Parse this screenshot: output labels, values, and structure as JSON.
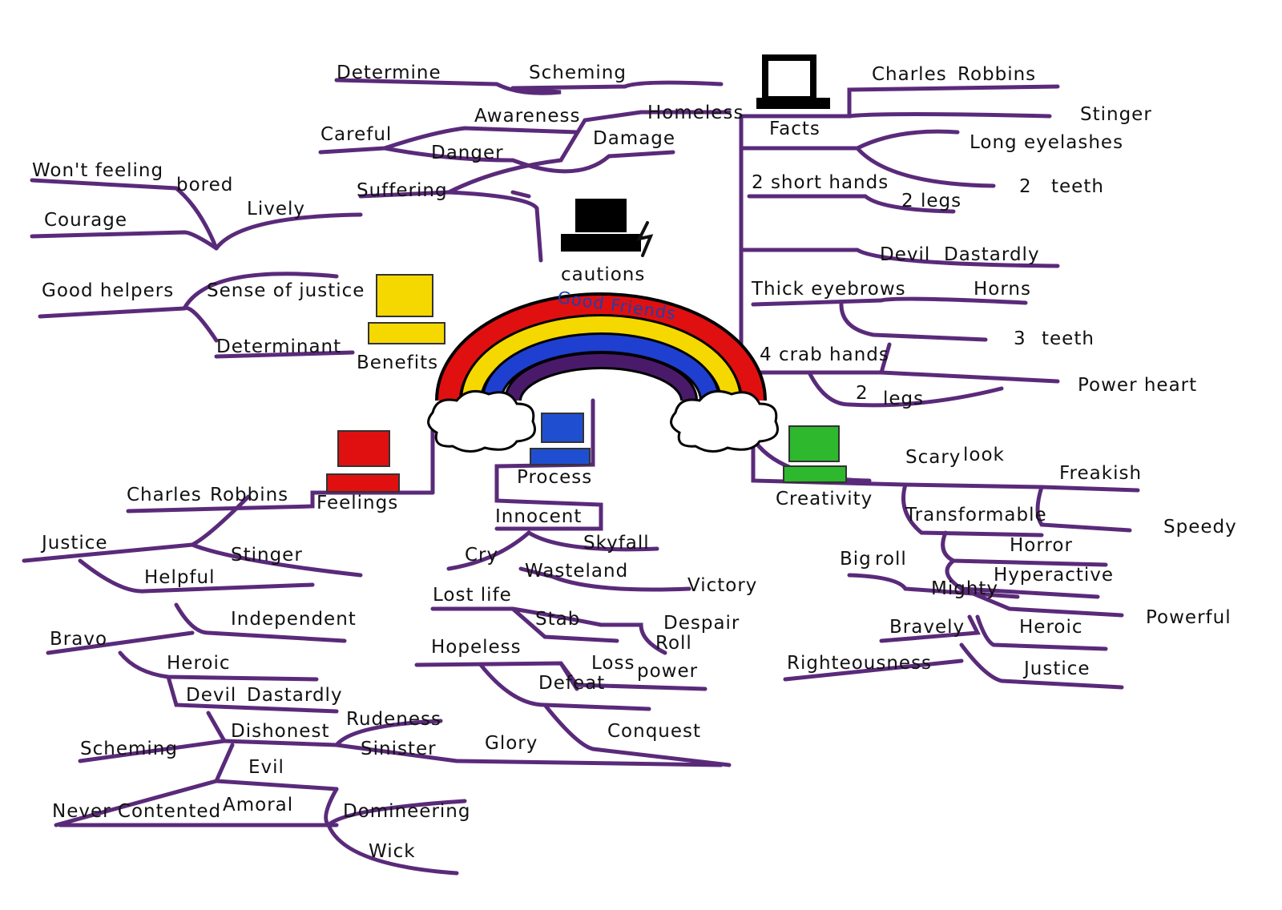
{
  "center": {
    "label": "Good Friends",
    "color": "#1f3fb0"
  },
  "branches": {
    "cautions": {
      "title": "cautions",
      "hat_color": "#000000",
      "words": [
        "Determine",
        "Scheming",
        "Careful",
        "Awareness",
        "Homeless",
        "Danger",
        "Damage",
        "Suffering"
      ]
    },
    "benefits": {
      "title": "Benefits",
      "hat_color": "#f5d800",
      "words": [
        "Won't feeling",
        "bored",
        "Courage",
        "Lively",
        "Good helpers",
        "Sense of justice",
        "Determinant"
      ]
    },
    "facts": {
      "title": "Facts",
      "hat_color": "#000000",
      "words": [
        "Charles",
        "Robbins",
        "Stinger",
        "Long eyelashes",
        "2 short hands",
        "2 legs",
        "2",
        "teeth",
        "Devil",
        "Dastardly",
        "Thick eyebrows",
        "Horns",
        "3",
        "teeth",
        "4 crab hands",
        "Power heart",
        "2",
        "legs"
      ]
    },
    "feelings": {
      "title": "Feelings",
      "hat_color": "#e01010",
      "words": [
        "Charles",
        "Robbins",
        "Justice",
        "Stinger",
        "Helpful",
        "Independent",
        "Bravo",
        "Heroic",
        "Devil",
        "Dastardly",
        "Dishonest",
        "Rudeness",
        "Sinister",
        "Scheming",
        "Evil",
        "Never Contented",
        "Amoral",
        "Domineering",
        "Wick"
      ]
    },
    "process": {
      "title": "Process",
      "hat_color": "#1f4fd0",
      "words": [
        "Innocent",
        "Skyfall",
        "Cry",
        "Wasteland",
        "Victory",
        "Lost life",
        "Stab",
        "Despair",
        "Roll",
        "Hopeless",
        "Loss",
        "power",
        "Defeat",
        "Glory",
        "Conquest"
      ]
    },
    "creativity": {
      "title": "Creativity",
      "hat_color": "#2db82d",
      "words": [
        "Scary",
        "look",
        "Freakish",
        "Transformable",
        "Speedy",
        "Horror",
        "Big",
        "roll",
        "Hyperactive",
        "Mighty",
        "Powerful",
        "Bravely",
        "Heroic",
        "Righteousness",
        "Justice"
      ]
    }
  },
  "colors": {
    "branch": "#5a2a7a",
    "ink": "#111111"
  }
}
